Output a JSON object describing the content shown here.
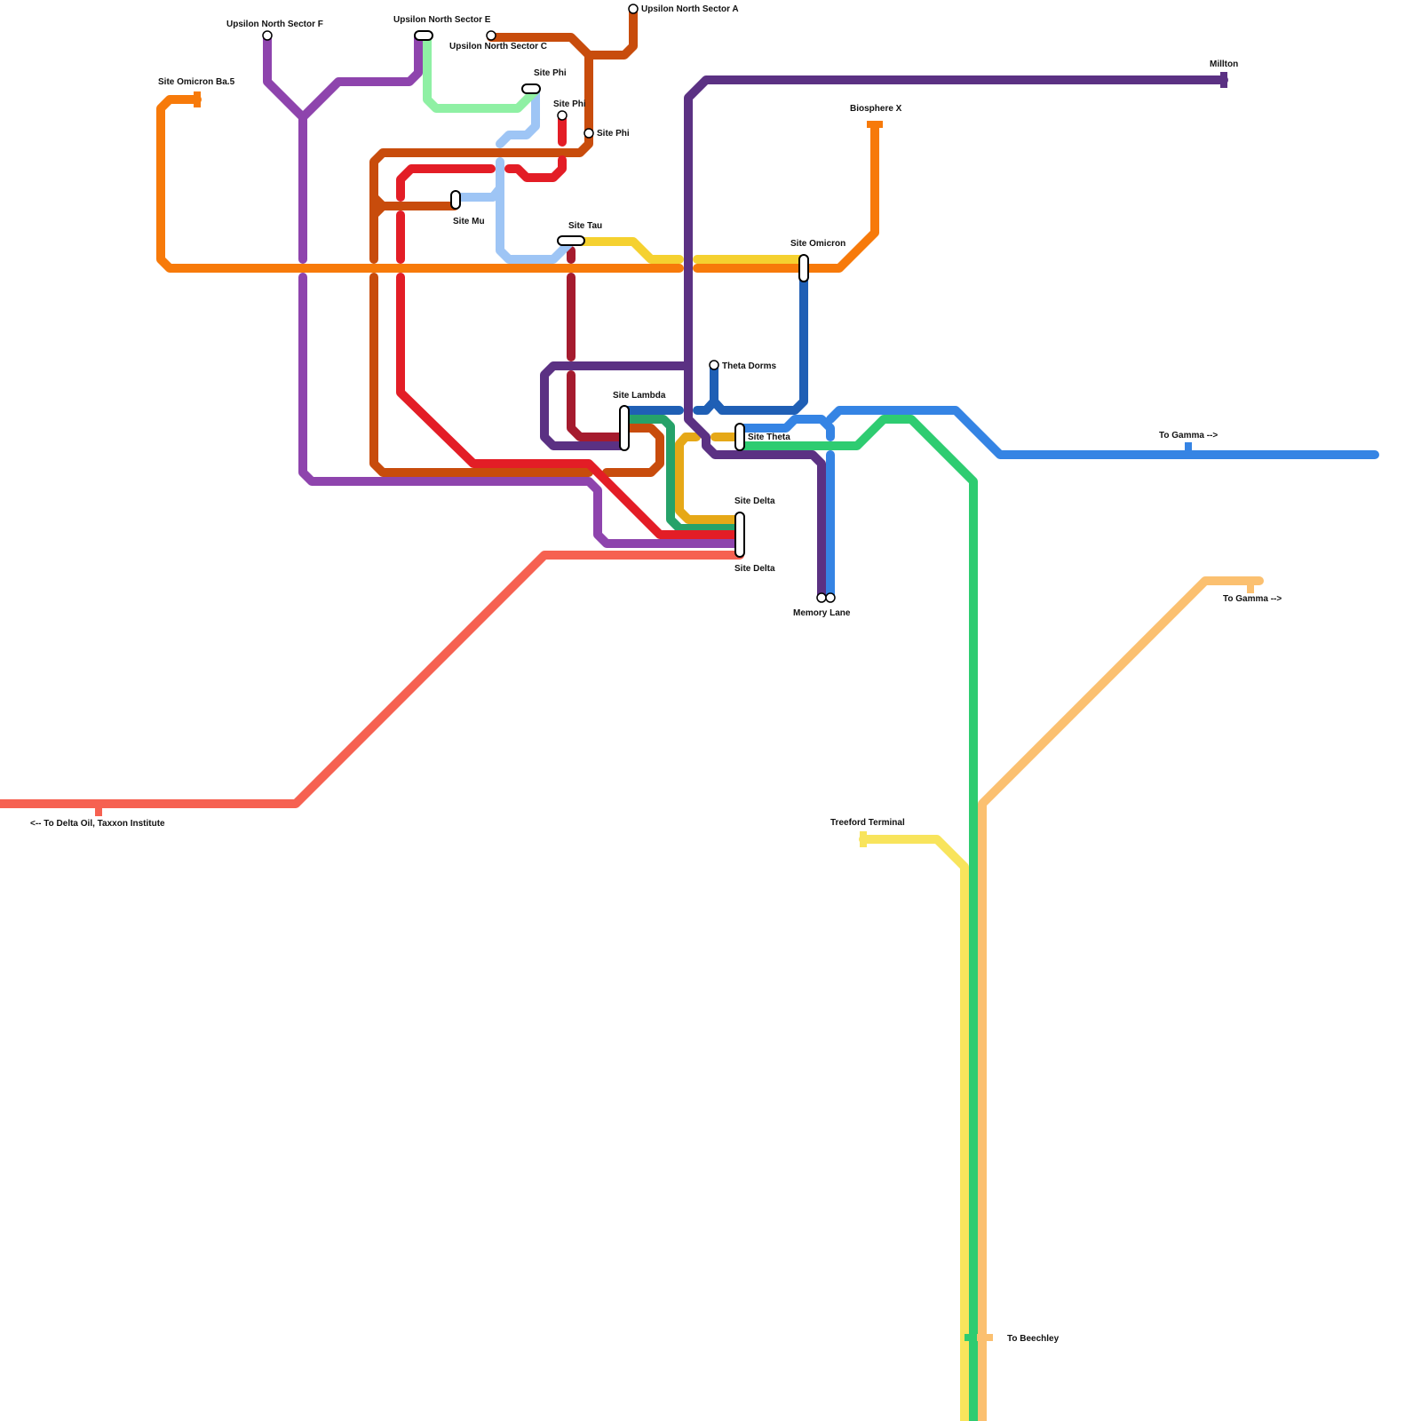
{
  "colors": {
    "orange": "#f77a0a",
    "burnt_orange": "#c84c0c",
    "red": "#e31d26",
    "dark_red": "#a51b2e",
    "purple": "#8e44ad",
    "dark_purple": "#5b3183",
    "light_blue": "#9ec5f5",
    "mint": "#8ff0a4",
    "yellow": "#f5d130",
    "gold": "#e6a817",
    "dark_blue": "#1f5fb5",
    "blue": "#3584e4",
    "green": "#2ecc71",
    "dark_green": "#26a269",
    "coral": "#f66151",
    "peach": "#fbc070",
    "pale_yellow": "#f8e45c"
  },
  "stations": {
    "upsilon_north_sector_f": "Upsilon North Sector F",
    "upsilon_north_sector_e": "Upsilon North Sector E",
    "upsilon_north_sector_c": "Upsilon North Sector C",
    "upsilon_north_sector_a": "Upsilon North Sector A",
    "site_omicron_ba5": "Site Omicron Ba.5",
    "site_phi_1": "Site Phi",
    "site_phi_2": "Site Phi",
    "site_phi_3": "Site Phi",
    "millton": "Millton",
    "biosphere_x": "Biosphere X",
    "site_mu": "Site Mu",
    "site_tau": "Site Tau",
    "site_omicron": "Site Omicron",
    "theta_dorms": "Theta Dorms",
    "site_lambda": "Site Lambda",
    "site_theta": "Site Theta",
    "to_gamma_1": "To Gamma -->",
    "site_delta_top": "Site Delta",
    "site_delta_bottom": "Site Delta",
    "memory_lane": "Memory Lane",
    "to_gamma_2": "To Gamma -->",
    "to_delta_oil": "<-- To Delta Oil, Taxxon Institute",
    "treeford_terminal": "Treeford Terminal",
    "to_beechley": "To Beechley"
  }
}
